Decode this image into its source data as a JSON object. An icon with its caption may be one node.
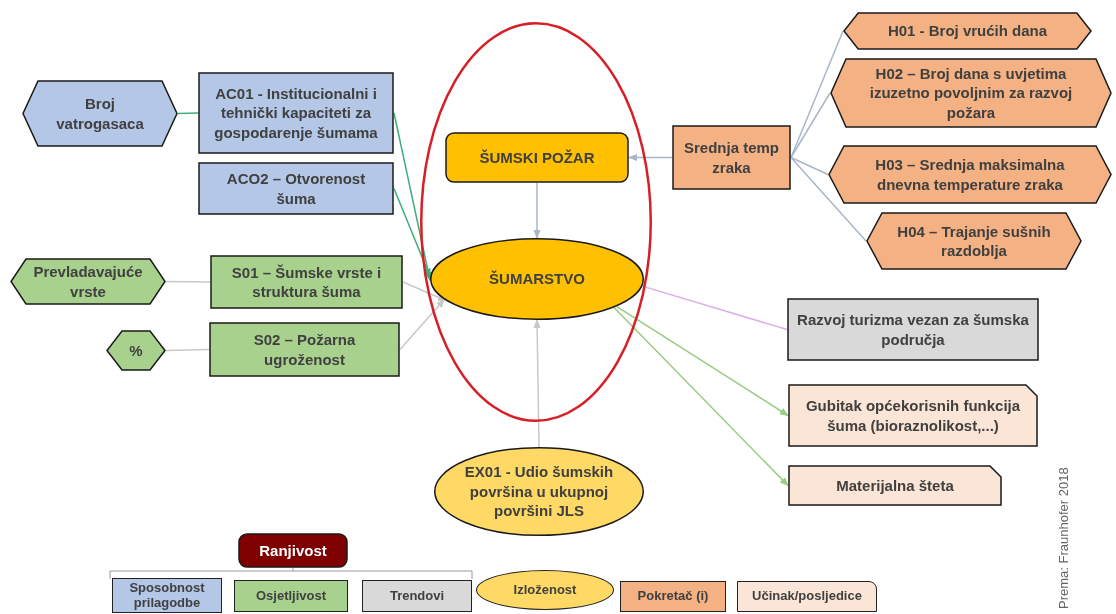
{
  "diagram": {
    "nodes": [
      {
        "text": [
          "H01 - Broj vrućih dana"
        ]
      },
      {
        "text": [
          "Broj vatrogasaca"
        ]
      },
      {
        "text": [
          "AC01 - Institucionalni i tehnički kapaciteti za gospodarenje šumama"
        ]
      },
      {
        "text": [],
        "shape": "ellipse"
      },
      {
        "text": [
          "H02 – Broj dana s uvjetima izuzetno povoljnim za razvoj požara"
        ]
      },
      {
        "text": [
          "ŠUMSKI POŽAR"
        ],
        "in": 3
      },
      {
        "text": [
          "Srednja temp zraka"
        ]
      },
      {
        "text": [
          "ACO2 – Otvorenost šuma"
        ]
      },
      {
        "text": [
          "H03 – Srednja maksimalna dnevna temperature zraka"
        ]
      },
      {
        "text": [
          "H04 – Trajanje sušnih razdoblja"
        ]
      },
      {
        "text": [
          "ŠUMARSTVO"
        ],
        "in": 3
      },
      {
        "text": [
          "Prevladavajuće vrste"
        ]
      },
      {
        "text": [
          "S01 – Šumske vrste i struktura šuma"
        ]
      },
      {
        "text": [
          "Razvoj turizma vezan za šumska područja"
        ]
      },
      {
        "text": [
          "%"
        ]
      },
      {
        "text": [
          "S02 – Požarna ugroženost"
        ]
      },
      {
        "text": [
          "Gubitak općekorisnih funkcija šuma (bioraznolikost,...)"
        ]
      },
      {
        "text": [
          "EX01 - Udio šumskih površina u ukupnoj površini JLS"
        ]
      },
      {
        "text": [
          "Materijalna šteta"
        ]
      },
      {
        "text": [
          "Ranjivost"
        ]
      }
    ],
    "edges": [
      {
        "from": 1,
        "to": 2,
        "arrow": "none",
        "color": "#3fae7a"
      },
      {
        "from": 2,
        "to": 10,
        "arrow": "to",
        "color": "#3fae7a"
      },
      {
        "from": 7,
        "to": 10,
        "arrow": "to",
        "color": "#3fae7a"
      },
      {
        "from": 11,
        "to": 12,
        "arrow": "none",
        "color": "#c8c8c8"
      },
      {
        "from": 14,
        "to": 15,
        "arrow": "none",
        "color": "#c8c8c8"
      },
      {
        "from": 12,
        "to": 10,
        "arrow": "to",
        "color": "#c8c8c8"
      },
      {
        "from": 15,
        "to": 10,
        "arrow": "to",
        "color": "#c8c8c8"
      },
      {
        "from": 6,
        "to": 5,
        "arrow": "to"
      },
      {
        "from": 5,
        "to": 10,
        "arrow": "to"
      },
      {
        "from": 6,
        "to": 0,
        "arrow": "none"
      },
      {
        "from": 6,
        "to": 4,
        "arrow": "none"
      },
      {
        "from": 6,
        "to": 8,
        "arrow": "none"
      },
      {
        "from": 6,
        "to": 9,
        "arrow": "none"
      },
      {
        "from": 10,
        "to": 13,
        "arrow": "none",
        "color": "#dcaee6"
      },
      {
        "from": 10,
        "to": 16,
        "arrow": "to",
        "color": "#98cc80"
      },
      {
        "from": 10,
        "to": 18,
        "arrow": "to",
        "color": "#98cc80"
      },
      {
        "from": 17,
        "to": 10,
        "arrow": "to",
        "color": "#c8c8c8"
      }
    ],
    "labels": [
      "Prema: Fraunhofer 2018"
    ],
    "legend": [
      {
        "text": "Sposobnost prilagodbe",
        "color": "#b4c7e7"
      },
      {
        "text": "Osjetljivost",
        "color": "#a9d18e"
      },
      {
        "text": "Trendovi",
        "color": "#d9d9d9"
      },
      {
        "text": "Izloženost",
        "color": "#ffd966"
      },
      {
        "text": "Pokretač (i)",
        "color": "#f4b183"
      },
      {
        "text": "Učinak/posljedice",
        "color": "#fbe5d6"
      }
    ]
  }
}
